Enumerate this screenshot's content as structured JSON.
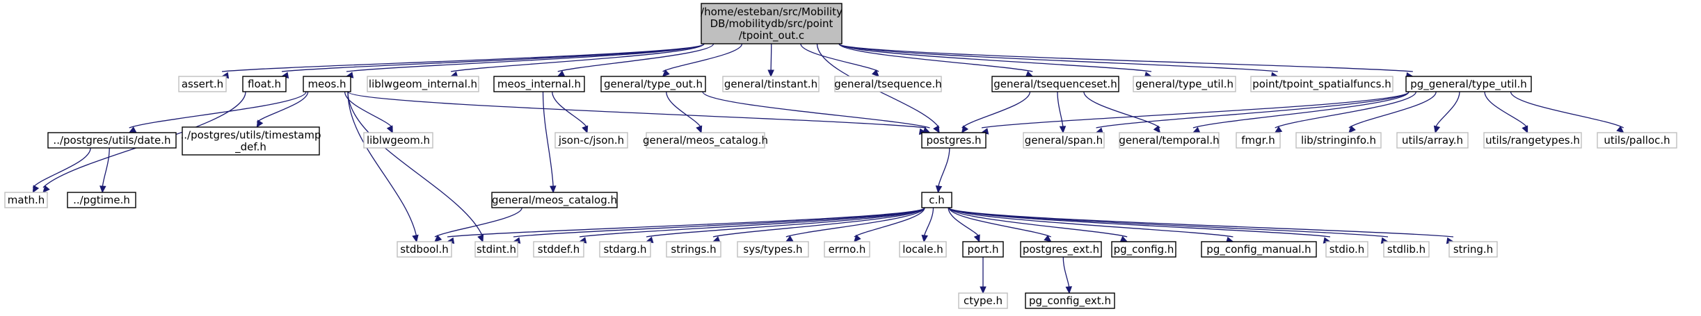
{
  "colors": {
    "edge": "#191970",
    "root_fill": "#bfbfbf",
    "root_border": "#000000",
    "internal_border": "#000000",
    "external_border": "#bfbfbf",
    "node_fill": "#ffffff"
  },
  "graph": {
    "root": {
      "id": "root",
      "lines": [
        "/home/esteban/src/Mobility",
        "DB/mobilitydb/src/point",
        "/tpoint_out.c"
      ]
    },
    "nodes": [
      {
        "id": "assert",
        "label": "assert.h",
        "kind": "external"
      },
      {
        "id": "float",
        "label": "float.h",
        "kind": "internal"
      },
      {
        "id": "meos",
        "label": "meos.h",
        "kind": "internal"
      },
      {
        "id": "liblwgeom_internal",
        "label": "liblwgeom_internal.h",
        "kind": "external"
      },
      {
        "id": "meos_internal",
        "label": "meos_internal.h",
        "kind": "internal"
      },
      {
        "id": "type_out",
        "label": "general/type_out.h",
        "kind": "internal"
      },
      {
        "id": "tinstant",
        "label": "general/tinstant.h",
        "kind": "external"
      },
      {
        "id": "tsequence",
        "label": "general/tsequence.h",
        "kind": "external"
      },
      {
        "id": "tsequenceset",
        "label": "general/tsequenceset.h",
        "kind": "internal"
      },
      {
        "id": "gen_type_util",
        "label": "general/type_util.h",
        "kind": "external"
      },
      {
        "id": "tpoint_spatialfuncs",
        "label": "point/tpoint_spatialfuncs.h",
        "kind": "external"
      },
      {
        "id": "pg_type_util",
        "label": "pg_general/type_util.h",
        "kind": "internal"
      },
      {
        "id": "date",
        "label": "../postgres/utils/date.h",
        "kind": "internal"
      },
      {
        "id": "timestamp_def",
        "lines": [
          "../postgres/utils/timestamp",
          "_def.h"
        ],
        "kind": "internal"
      },
      {
        "id": "liblwgeom",
        "label": "liblwgeom.h",
        "kind": "external"
      },
      {
        "id": "json",
        "label": "json-c/json.h",
        "kind": "external"
      },
      {
        "id": "meos_catalog_top",
        "label": "general/meos_catalog.h",
        "kind": "external"
      },
      {
        "id": "postgres",
        "label": "postgres.h",
        "kind": "internal"
      },
      {
        "id": "span",
        "label": "general/span.h",
        "kind": "external"
      },
      {
        "id": "temporal",
        "label": "general/temporal.h",
        "kind": "external"
      },
      {
        "id": "fmgr",
        "label": "fmgr.h",
        "kind": "external"
      },
      {
        "id": "stringinfo",
        "label": "lib/stringinfo.h",
        "kind": "external"
      },
      {
        "id": "array",
        "label": "utils/array.h",
        "kind": "external"
      },
      {
        "id": "rangetypes",
        "label": "utils/rangetypes.h",
        "kind": "external"
      },
      {
        "id": "palloc",
        "label": "utils/palloc.h",
        "kind": "external"
      },
      {
        "id": "math",
        "label": "math.h",
        "kind": "external"
      },
      {
        "id": "pgtime",
        "label": "../pgtime.h",
        "kind": "internal"
      },
      {
        "id": "meos_catalog_mid",
        "label": "general/meos_catalog.h",
        "kind": "internal"
      },
      {
        "id": "c",
        "label": "c.h",
        "kind": "internal"
      },
      {
        "id": "stdbool",
        "label": "stdbool.h",
        "kind": "external"
      },
      {
        "id": "stdint",
        "label": "stdint.h",
        "kind": "external"
      },
      {
        "id": "stddef",
        "label": "stddef.h",
        "kind": "external"
      },
      {
        "id": "stdarg",
        "label": "stdarg.h",
        "kind": "external"
      },
      {
        "id": "strings",
        "label": "strings.h",
        "kind": "external"
      },
      {
        "id": "sys_types",
        "label": "sys/types.h",
        "kind": "external"
      },
      {
        "id": "errno",
        "label": "errno.h",
        "kind": "external"
      },
      {
        "id": "locale",
        "label": "locale.h",
        "kind": "external"
      },
      {
        "id": "port",
        "label": "port.h",
        "kind": "internal"
      },
      {
        "id": "postgres_ext",
        "label": "postgres_ext.h",
        "kind": "internal"
      },
      {
        "id": "pg_config",
        "label": "pg_config.h",
        "kind": "internal"
      },
      {
        "id": "pg_config_manual",
        "label": "pg_config_manual.h",
        "kind": "internal"
      },
      {
        "id": "stdio",
        "label": "stdio.h",
        "kind": "external"
      },
      {
        "id": "stdlib",
        "label": "stdlib.h",
        "kind": "external"
      },
      {
        "id": "string",
        "label": "string.h",
        "kind": "external"
      },
      {
        "id": "ctype",
        "label": "ctype.h",
        "kind": "external"
      },
      {
        "id": "pg_config_ext",
        "label": "pg_config_ext.h",
        "kind": "internal"
      }
    ],
    "edges": [
      [
        "root",
        "assert"
      ],
      [
        "root",
        "float"
      ],
      [
        "root",
        "meos"
      ],
      [
        "root",
        "liblwgeom_internal"
      ],
      [
        "root",
        "meos_internal"
      ],
      [
        "root",
        "type_out"
      ],
      [
        "root",
        "tinstant"
      ],
      [
        "root",
        "tsequence"
      ],
      [
        "root",
        "tsequenceset"
      ],
      [
        "root",
        "gen_type_util"
      ],
      [
        "root",
        "tpoint_spatialfuncs"
      ],
      [
        "root",
        "pg_type_util"
      ],
      [
        "root",
        "postgres"
      ],
      [
        "float",
        "math"
      ],
      [
        "meos",
        "date"
      ],
      [
        "meos",
        "timestamp_def"
      ],
      [
        "meos",
        "liblwgeom"
      ],
      [
        "meos",
        "postgres"
      ],
      [
        "meos",
        "stdbool"
      ],
      [
        "meos",
        "stdint"
      ],
      [
        "date",
        "math"
      ],
      [
        "date",
        "pgtime"
      ],
      [
        "meos_internal",
        "json"
      ],
      [
        "meos_internal",
        "meos_catalog_mid"
      ],
      [
        "meos_catalog_mid",
        "stdbool"
      ],
      [
        "type_out",
        "meos_catalog_top"
      ],
      [
        "type_out",
        "postgres"
      ],
      [
        "tsequenceset",
        "postgres"
      ],
      [
        "tsequenceset",
        "span"
      ],
      [
        "tsequenceset",
        "temporal"
      ],
      [
        "pg_type_util",
        "postgres"
      ],
      [
        "pg_type_util",
        "span"
      ],
      [
        "pg_type_util",
        "temporal"
      ],
      [
        "pg_type_util",
        "fmgr"
      ],
      [
        "pg_type_util",
        "stringinfo"
      ],
      [
        "pg_type_util",
        "array"
      ],
      [
        "pg_type_util",
        "rangetypes"
      ],
      [
        "pg_type_util",
        "palloc"
      ],
      [
        "postgres",
        "c"
      ],
      [
        "c",
        "stdbool"
      ],
      [
        "c",
        "stdint"
      ],
      [
        "c",
        "stddef"
      ],
      [
        "c",
        "stdarg"
      ],
      [
        "c",
        "strings"
      ],
      [
        "c",
        "sys_types"
      ],
      [
        "c",
        "errno"
      ],
      [
        "c",
        "locale"
      ],
      [
        "c",
        "port"
      ],
      [
        "c",
        "postgres_ext"
      ],
      [
        "c",
        "pg_config"
      ],
      [
        "c",
        "pg_config_manual"
      ],
      [
        "c",
        "stdio"
      ],
      [
        "c",
        "stdlib"
      ],
      [
        "c",
        "string"
      ],
      [
        "port",
        "ctype"
      ],
      [
        "postgres_ext",
        "pg_config_ext"
      ]
    ]
  }
}
